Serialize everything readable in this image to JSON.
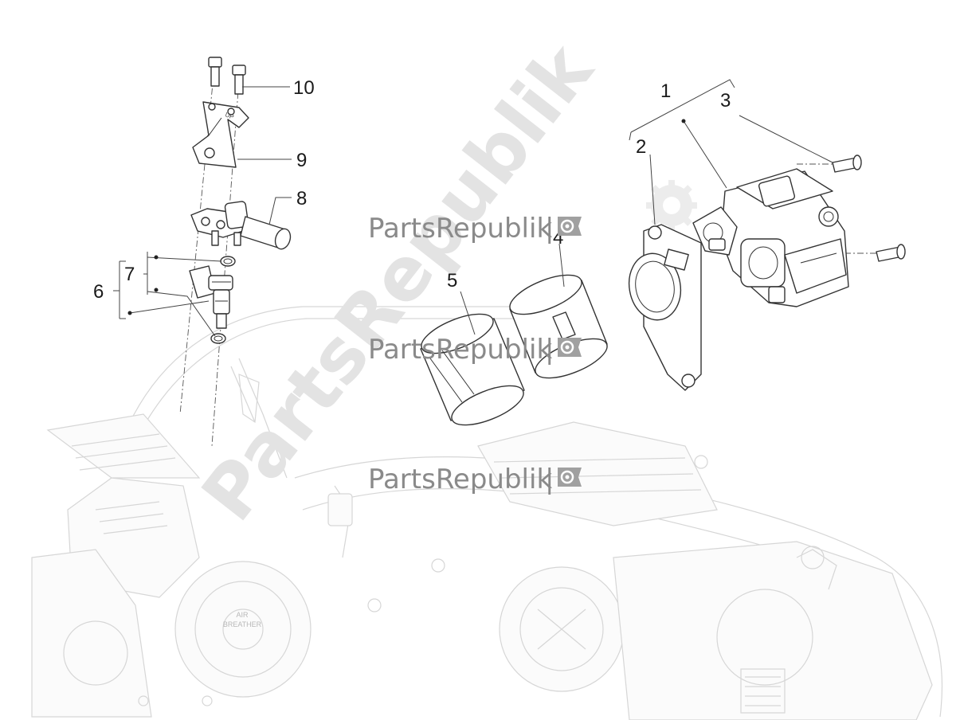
{
  "diagram": {
    "callouts": [
      {
        "id": "1",
        "label": "1"
      },
      {
        "id": "2",
        "label": "2"
      },
      {
        "id": "3",
        "label": "3"
      },
      {
        "id": "4",
        "label": "4"
      },
      {
        "id": "5",
        "label": "5"
      },
      {
        "id": "6",
        "label": "6"
      },
      {
        "id": "7",
        "label": "7"
      },
      {
        "id": "8",
        "label": "8"
      },
      {
        "id": "9",
        "label": "9"
      },
      {
        "id": "10",
        "label": "10"
      }
    ],
    "engine_labels": {
      "air_breather_1": "AIR",
      "air_breather_2": "BREATHER",
      "bracket_mark": "UP"
    }
  },
  "watermark": {
    "text": "PartsRepublik",
    "separator": "|",
    "icon": "gear-flag-icon",
    "color": "#8a8a8a"
  },
  "colors": {
    "line": "#333333",
    "ghost": "#d6d6d6",
    "background": "#ffffff"
  }
}
